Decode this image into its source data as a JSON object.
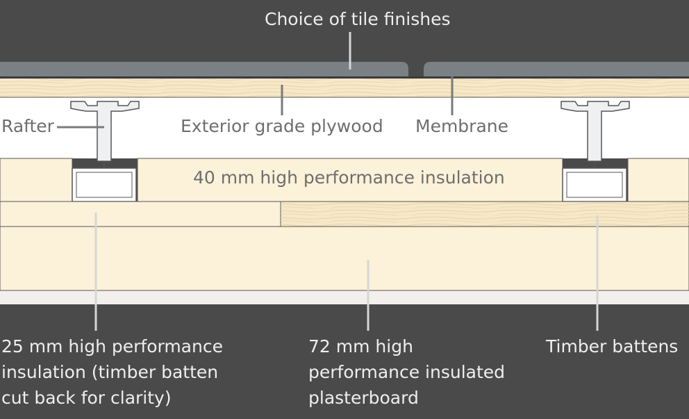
{
  "labels": {
    "tile_finishes": "Choice of tile finishes",
    "rafter": "Rafter",
    "plywood": "Exterior grade plywood",
    "membrane": "Membrane",
    "insulation_40": "40 mm high performance insulation",
    "insulation_25": [
      "25 mm high performance",
      "insulation (timber batten",
      "cut back for clarity)"
    ],
    "plasterboard_72": [
      "72 mm high",
      "performance insulated",
      "plasterboard"
    ],
    "battens": "Timber battens"
  },
  "colors": {
    "background": "#4a4a4a",
    "tile": "#7b8085",
    "timber": "#f6e8c8",
    "insulation": "#fcf1d9",
    "cavity": "#ffffff",
    "plasterboard_face": "#f3efed",
    "leader_light": "#d6d6d6",
    "leader_dark": "#7a7a7a",
    "light_text": "#eeeeee",
    "dark_text": "#6e6e6e"
  }
}
